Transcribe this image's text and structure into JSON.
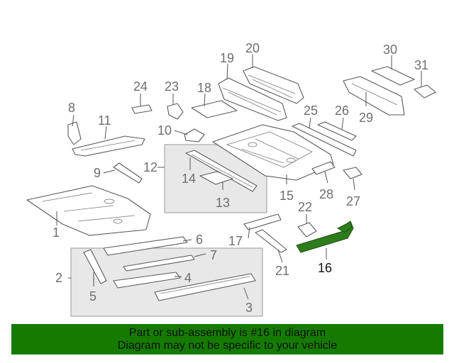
{
  "callouts": {
    "c1": "1",
    "c2": "2",
    "c3": "3",
    "c4": "4",
    "c5": "5",
    "c6": "6",
    "c7": "7",
    "c8": "8",
    "c9": "9",
    "c10": "10",
    "c11": "11",
    "c12": "12",
    "c13": "13",
    "c14": "14",
    "c15": "15",
    "c16": "16",
    "c17": "17",
    "c18": "18",
    "c19": "19",
    "c20": "20",
    "c21": "21",
    "c22": "22",
    "c23": "23",
    "c24": "24",
    "c25": "25",
    "c26": "26",
    "c27": "27",
    "c28": "28",
    "c29": "29",
    "c30": "30",
    "c31": "31"
  },
  "highlight_color": "#2e7d1c",
  "banner": {
    "line1": "Part or sub-assembly is #16 in diagram",
    "line2": "Diagram may not be specific to your vehicle",
    "color": "#157b00"
  }
}
